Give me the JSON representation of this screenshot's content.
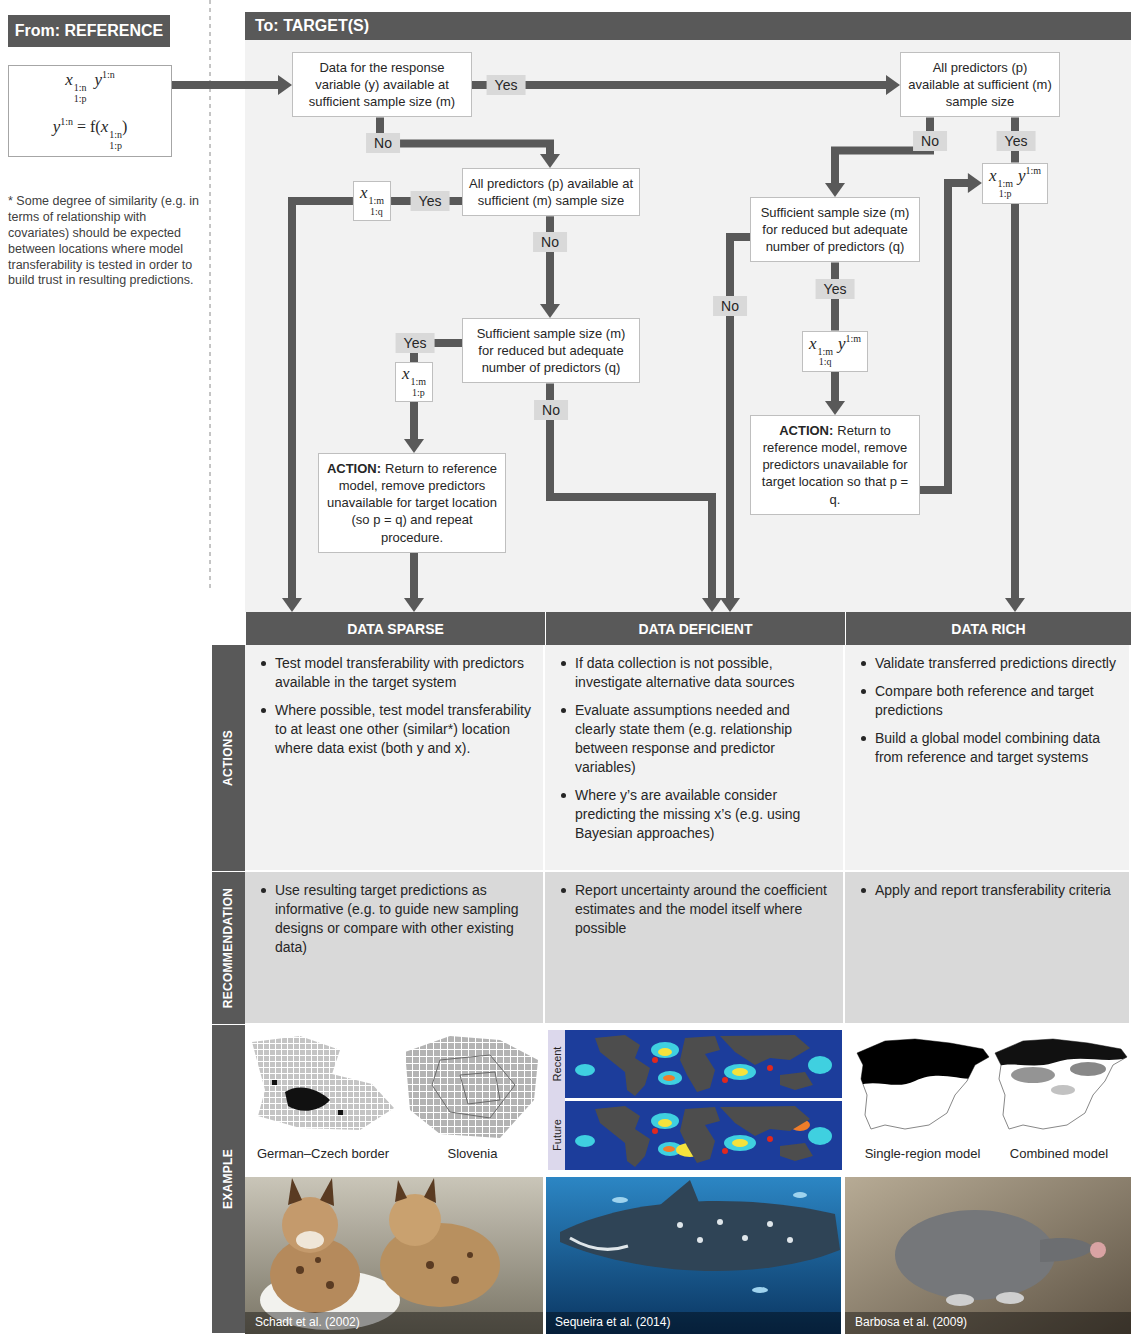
{
  "diagram": {
    "nodes": [
      {
        "text": [
          "From: REFERENCE"
        ]
      },
      {
        "text": [
          "x",
          "1:n",
          "1:p",
          "y",
          "1:n",
          "y",
          "1:n",
          "= f(",
          "x",
          "1:n",
          "1:p",
          ")"
        ]
      },
      {
        "text": [
          "To: TARGET(S)"
        ]
      },
      {
        "text": [
          "Data for the response variable (y) available at sufficient sample size (m)"
        ],
        "in": 2
      },
      {
        "text": [
          "All predictors (p) available at sufficient (m) sample size"
        ],
        "in": 2
      },
      {
        "text": [
          "All predictors (p) available at sufficient (m) sample size"
        ],
        "in": 2
      },
      {
        "text": [
          "x",
          "1:m",
          "1:q"
        ],
        "in": 2
      },
      {
        "text": [
          "Sufficient sample size (m) for reduced but adequate number of predictors (q)"
        ],
        "in": 2
      },
      {
        "text": [
          "x",
          "1:m",
          "1:p"
        ],
        "in": 2
      },
      {
        "text": [
          "ACTION:",
          "Return to reference model, remove predictors unavailable for target location (so p = q) and repeat procedure."
        ],
        "in": 2
      },
      {
        "text": [
          "Sufficient sample size (m) for reduced but adequate number of predictors (q)"
        ],
        "in": 2
      },
      {
        "text": [
          "x",
          "1:m",
          "1:q",
          "y",
          "1:m"
        ],
        "in": 2
      },
      {
        "text": [
          "ACTION:",
          "Return to reference model, remove predictors unavailable for target location so that p = q."
        ],
        "in": 2
      },
      {
        "text": [
          "x",
          "1:m",
          "1:p",
          "y",
          "1:m"
        ],
        "in": 2
      },
      {
        "text": [
          "DATA SPARSE"
        ]
      },
      {
        "text": [
          "DATA DEFICIENT"
        ]
      },
      {
        "text": [
          "DATA RICH"
        ]
      },
      {
        "text": [
          "ACTIONS"
        ]
      },
      {
        "text": [
          "Test model transferability with predictors available in the target system",
          "Where possible, test model transferability to at least one other (similar*) location where data exist (both y and x)."
        ]
      },
      {
        "text": [
          "If data collection is not possible, investigate alternative data sources",
          "Evaluate assumptions needed and clearly state them (e.g. relationship between response and predictor variables)",
          "Where y’s are available consider predicting the missing x’s (e.g. using Bayesian approaches)"
        ]
      },
      {
        "text": [
          "Validate transferred predictions directly",
          "Compare both reference and target predictions",
          "Build a global model combining data from reference and target systems"
        ]
      },
      {
        "text": [
          "RECOMMENDATION"
        ]
      },
      {
        "text": [
          "Use resulting target predictions as informative (e.g. to guide new sampling designs or compare with other existing data)"
        ]
      },
      {
        "text": [
          "Report uncertainty around the coefficient estimates and the model itself where possible"
        ]
      },
      {
        "text": [
          "Apply and report transferability criteria"
        ]
      },
      {
        "text": [
          "EXAMPLE"
        ]
      }
    ],
    "edges": [
      {
        "from": 1,
        "to": 3,
        "arrow": "to"
      },
      {
        "from": 3,
        "to": 4,
        "label": "Yes",
        "arrow": "to"
      },
      {
        "from": 3,
        "to": 5,
        "label": "No",
        "arrow": "to"
      },
      {
        "from": 5,
        "to": 6,
        "label": "Yes",
        "arrow": "none"
      },
      {
        "from": 6,
        "to": 14,
        "arrow": "to"
      },
      {
        "from": 5,
        "to": 7,
        "label": "No",
        "arrow": "to"
      },
      {
        "from": 7,
        "to": 8,
        "label": "Yes",
        "arrow": "none"
      },
      {
        "from": 8,
        "to": 9,
        "arrow": "to"
      },
      {
        "from": 9,
        "to": 14,
        "arrow": "to"
      },
      {
        "from": 7,
        "to": 15,
        "label": "No",
        "arrow": "to"
      },
      {
        "from": 4,
        "to": 10,
        "label": "No",
        "arrow": "to"
      },
      {
        "from": 10,
        "to": 15,
        "label": "No",
        "arrow": "to"
      },
      {
        "from": 10,
        "to": 11,
        "label": "Yes",
        "arrow": "none"
      },
      {
        "from": 11,
        "to": 12,
        "arrow": "to"
      },
      {
        "from": 12,
        "to": 13,
        "arrow": "to"
      },
      {
        "from": 4,
        "to": 13,
        "label": "Yes",
        "arrow": "none"
      },
      {
        "from": 13,
        "to": 16,
        "arrow": "to"
      }
    ],
    "labels": [
      "* Some degree of similarity (e.g. in terms of relationship with covariates) should be expected between locations where model transferability is tested in order to build trust in resulting predictions.",
      "German–Czech border",
      "Slovenia",
      "Recent",
      "Future",
      "Single-region model",
      "Combined model",
      "Schadt et al. (2002)",
      "Sequeira et al. (2014)",
      "Barbosa et al. (2009)"
    ]
  }
}
